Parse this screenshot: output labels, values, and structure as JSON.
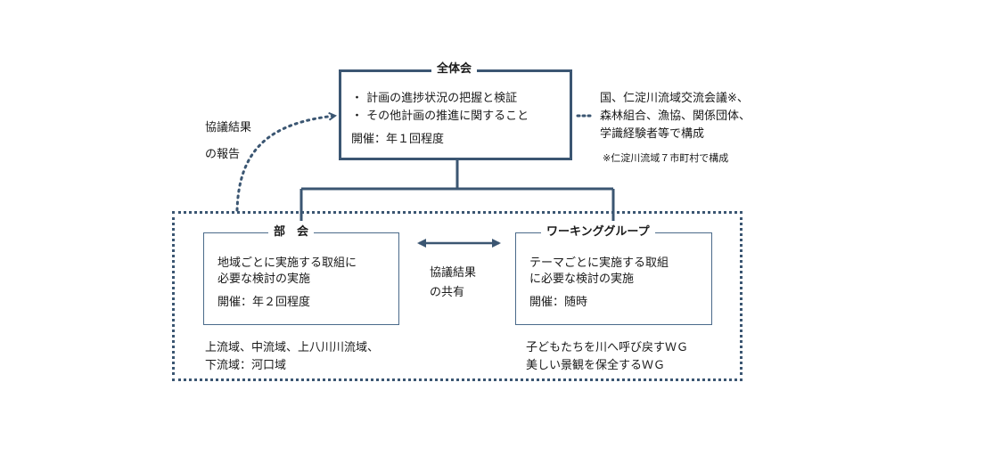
{
  "main": {
    "title": "全体会",
    "items": [
      "・ 計画の進捗状況の把握と検証",
      "・ その他計画の推進に関すること"
    ],
    "frequency": "開催：年１回程度"
  },
  "members": {
    "lines": [
      "国、仁淀川流域交流会議※、",
      "森林組合、漁協、関係団体、",
      "学識経験者等で構成"
    ],
    "note": "※仁淀川流域７市町村で構成"
  },
  "report": {
    "lines": [
      "協議結果",
      "の報告"
    ]
  },
  "bukai": {
    "title": "部　会",
    "desc": [
      "地域ごとに実施する取組に",
      "必要な検討の実施"
    ],
    "frequency": "開催：年２回程度",
    "areas": [
      "上流域、中流域、上八川川流域、",
      "下流域：河口域"
    ]
  },
  "share": {
    "lines": [
      "協議結果",
      "の共有"
    ]
  },
  "wg": {
    "title": "ワーキンググループ",
    "desc": [
      "テーマごとに実施する取組",
      "に必要な検討の実施"
    ],
    "frequency": "開催：随時",
    "groups": [
      "子どもたちを川へ呼び戻すＷＧ",
      "美しい景観を保全するＷＧ"
    ]
  },
  "colors": {
    "line": "#3b5672",
    "border": "#4a6a8a"
  }
}
